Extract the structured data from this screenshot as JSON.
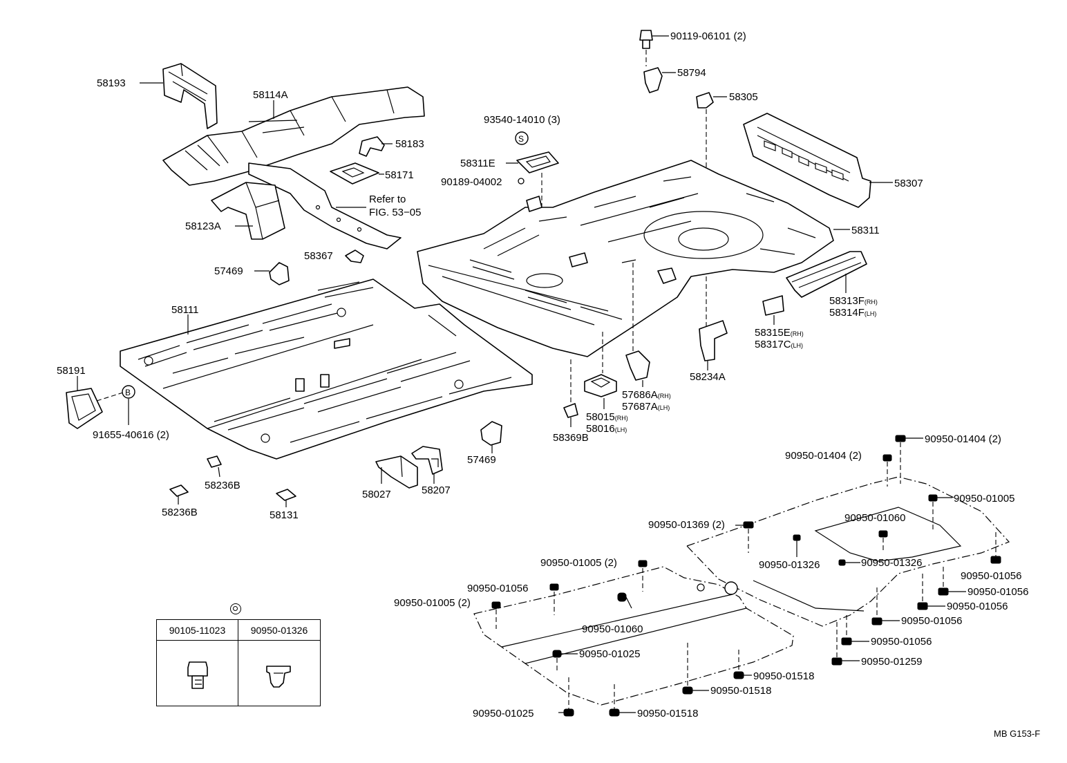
{
  "labels": {
    "p58193": "58193",
    "p58114A": "58114A",
    "p58183": "58183",
    "p58171": "58171",
    "refer_to": "Refer to",
    "refer_fig": "FIG. 53−05",
    "p58123A": "58123A",
    "p58367": "58367",
    "p57469_a": "57469",
    "p58111": "58111",
    "p58191": "58191",
    "b_marker": "B",
    "p91655": "91655-40616 (2)",
    "p58236B_a": "58236B",
    "p58236B_b": "58236B",
    "p58131": "58131",
    "p58027": "58027",
    "p58207": "58207",
    "p57469_b": "57469",
    "p90119": "90119-06101 (2)",
    "p58794": "58794",
    "p58305": "58305",
    "p93540": "93540-14010 (3)",
    "s_marker": "S",
    "p58311E": "58311E",
    "p90189": "90189-04002",
    "p58307": "58307",
    "p58311": "58311",
    "p58313F": "58313F",
    "p58313F_sfx": "(RH)",
    "p58314F": "58314F",
    "p58314F_sfx": "(LH)",
    "p58315E": "58315E",
    "p58315E_sfx": "(RH)",
    "p58317C": "58317C",
    "p58317C_sfx": "(LH)",
    "p58234A": "58234A",
    "p57686A": "57686A",
    "p57686A_sfx": "(RH)",
    "p57687A": "57687A",
    "p57687A_sfx": "(LH)",
    "p58015": "58015",
    "p58015_sfx": "(RH)",
    "p58016": "58016",
    "p58016_sfx": "(LH)",
    "p58369B": "58369B",
    "g01404_a": "90950-01404 (2)",
    "g01404_b": "90950-01404 (2)",
    "g01005_a": "90950-01005",
    "g01060_a": "90950-01060",
    "g01369": "90950-01369 (2)",
    "g01326_a": "90950-01326",
    "g01326_b": "90950-01326",
    "g01056_a": "90950-01056",
    "g01056_b": "90950-01056",
    "g01056_c": "90950-01056",
    "g01056_d": "90950-01056",
    "g01056_e": "90950-01056",
    "g01056_f": "90950-01056",
    "g01005_b": "90950-01005 (2)",
    "g01005_c": "90950-01005 (2)",
    "g01060_b": "90950-01060",
    "g01025_a": "90950-01025",
    "g01025_b": "90950-01025",
    "g01518_a": "90950-01518",
    "g01518_b": "90950-01518",
    "g01518_c": "90950-01518",
    "g01259": "90950-01259"
  },
  "legend": {
    "col1": "90105-11023",
    "col2": "90950-01326"
  },
  "footer": "MB G153-F"
}
